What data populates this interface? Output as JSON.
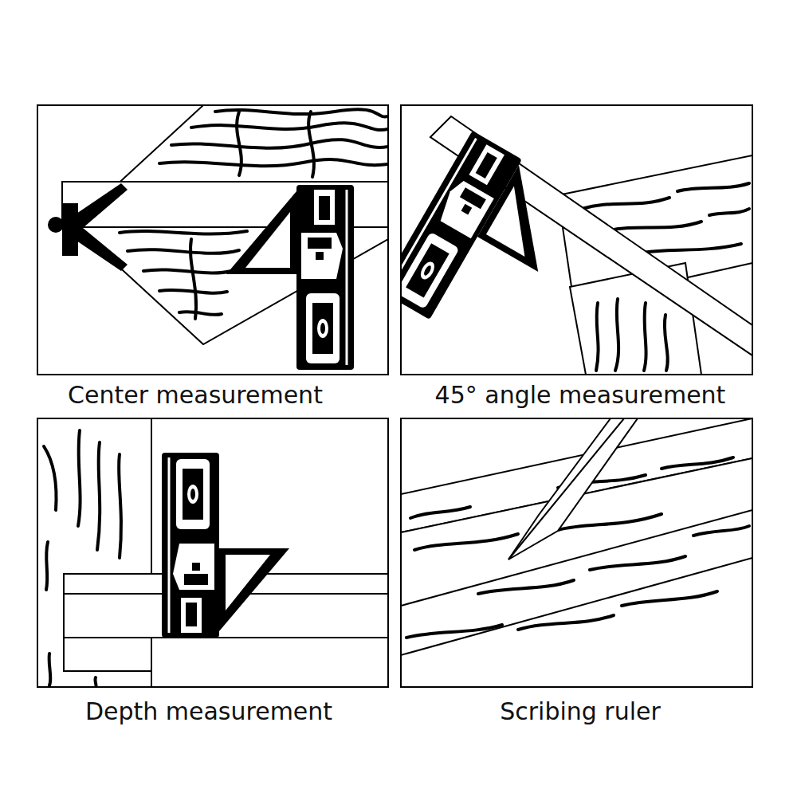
{
  "diagram": {
    "labels": [
      "Center measurement",
      "45° angle measurement",
      "Depth measurement",
      "Scribing ruler"
    ]
  }
}
